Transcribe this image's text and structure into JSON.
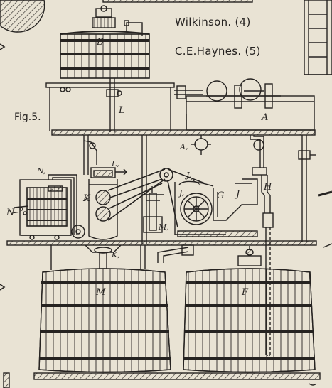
{
  "inventors": {
    "line1": "Wilkinson. (4)",
    "line2": "C.E.Haynes. (5)"
  },
  "figure_label": "Fig.5.",
  "part_labels": {
    "B": "B",
    "L": "L",
    "A": "A",
    "A1": "A,",
    "N1": "N,",
    "L1": "L,",
    "J1": "J,",
    "J1b": "J,",
    "G": "G",
    "J": "J",
    "H": "H",
    "K": "K",
    "N": "N",
    "M1": "M,",
    "K1": "K,",
    "M": "M",
    "F": "F"
  },
  "colors": {
    "paper": "#e9e3d4",
    "ink": "#262321"
  }
}
